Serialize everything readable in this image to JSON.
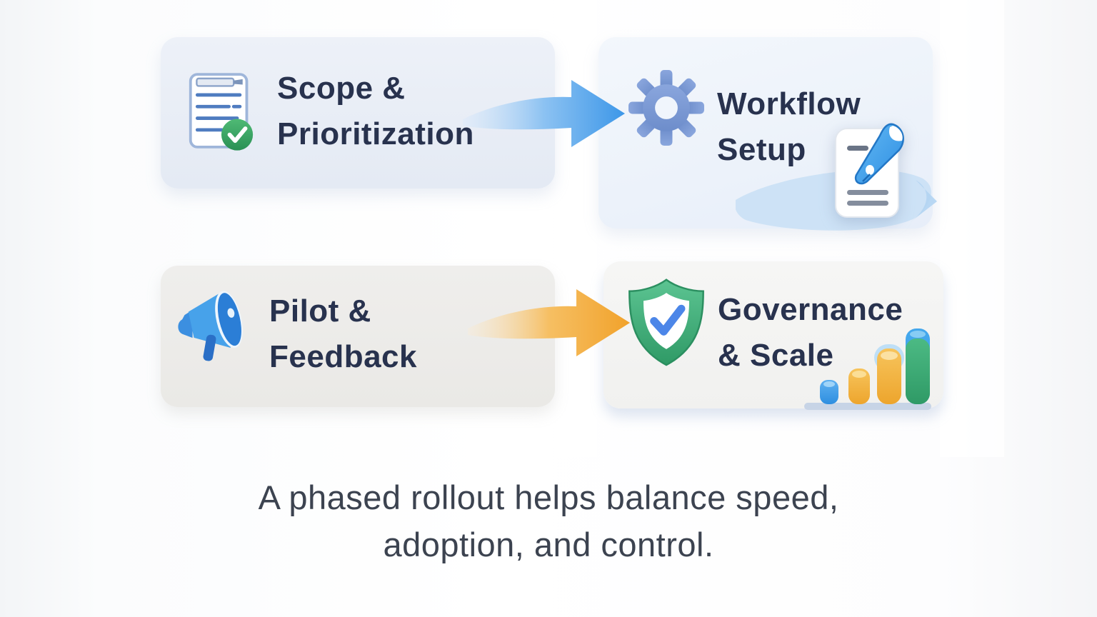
{
  "diagram": {
    "cards": [
      {
        "name": "scope-prioritization",
        "line1": "Scope &",
        "line2": "Prioritization",
        "icon": "clipboard-check-icon"
      },
      {
        "name": "workflow-setup",
        "line1": "Workflow",
        "line2": "Setup",
        "icon": "gear-icon",
        "secondary_icon": "document-pen-icon"
      },
      {
        "name": "pilot-feedback",
        "line1": "Pilot &",
        "line2": "Feedback",
        "icon": "megaphone-icon"
      },
      {
        "name": "governance-scale",
        "line1": "Governance",
        "line2": "& Scale",
        "icon": "shield-check-icon",
        "secondary_icon": "bar-chart-icon"
      }
    ],
    "arrows": [
      {
        "name": "arrow-scope-to-workflow",
        "direction": "right",
        "color": "#3d97e8"
      },
      {
        "name": "arrow-pilot-to-governance",
        "direction": "right",
        "color": "#f2a432"
      }
    ],
    "caption_line1": "A phased rollout helps balance speed,",
    "caption_line2": "adoption, and control.",
    "colors": {
      "card_scope_bg": "#e9eef7",
      "card_workflow_bg": "#eef3fb",
      "card_pilot_bg": "#edebe8",
      "card_governance_bg": "#f4f4f2",
      "title_text": "#28324e",
      "caption_text": "#3c4350",
      "arrow_blue": "#3d97e8",
      "arrow_orange": "#f2a432",
      "check_green": "#33a35f",
      "gear_blue": "#7d9cd7",
      "shield_green": "#3aa874",
      "megaphone_blue": "#3b93e4",
      "bar_blue": "#44a5ec",
      "bar_yellow": "#f2b13c",
      "bar_green": "#3fae79"
    }
  }
}
